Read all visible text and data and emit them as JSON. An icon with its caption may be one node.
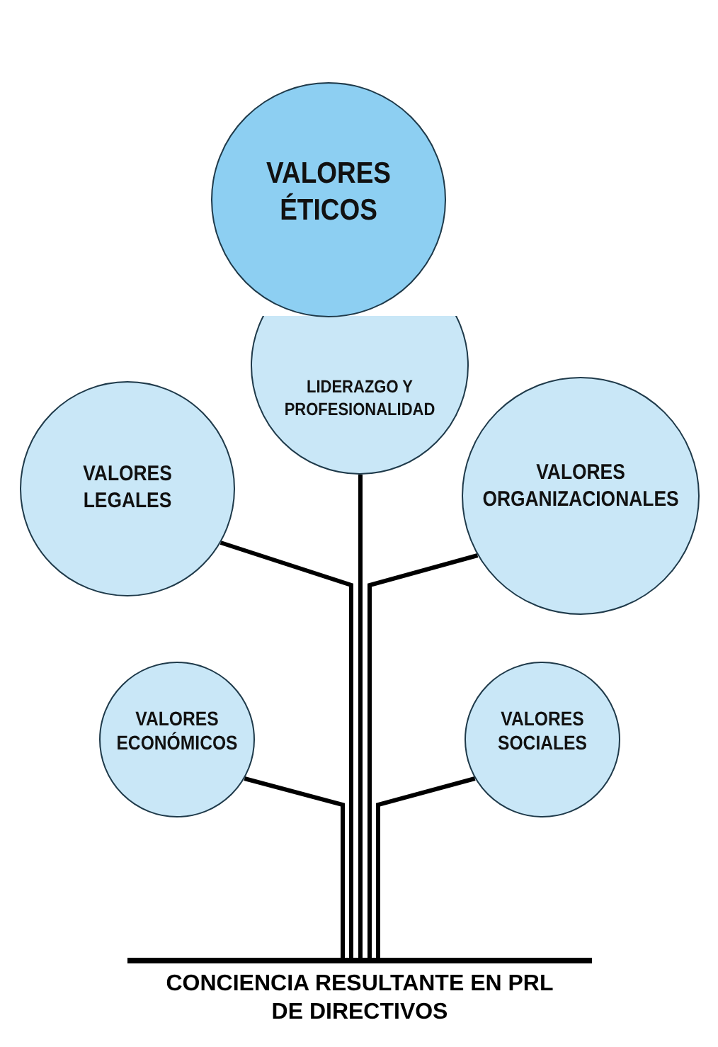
{
  "diagram": {
    "nodes": [
      {
        "text": [
          "VALORES ÉTICOS"
        ]
      },
      {
        "text": [
          "LIDERAZGO Y PROFESIONALIDAD"
        ]
      },
      {
        "text": [
          "VALORES LEGALES"
        ]
      },
      {
        "text": [
          "VALORES ORGANIZACIONALES"
        ]
      },
      {
        "text": [
          "VALORES ECONÓMICOS"
        ]
      },
      {
        "text": [
          "VALORES SOCIALES"
        ]
      },
      {
        "text": [
          "CONCIENCIA RESULTANTE EN PRL DE DIRECTIVOS"
        ]
      }
    ],
    "edges": [
      {
        "from": 1,
        "to": 6,
        "arrow": "none"
      },
      {
        "from": 2,
        "to": 6,
        "arrow": "none"
      },
      {
        "from": 3,
        "to": 6,
        "arrow": "none"
      },
      {
        "from": 4,
        "to": 6,
        "arrow": "none"
      },
      {
        "from": 5,
        "to": 6,
        "arrow": "none"
      }
    ]
  }
}
